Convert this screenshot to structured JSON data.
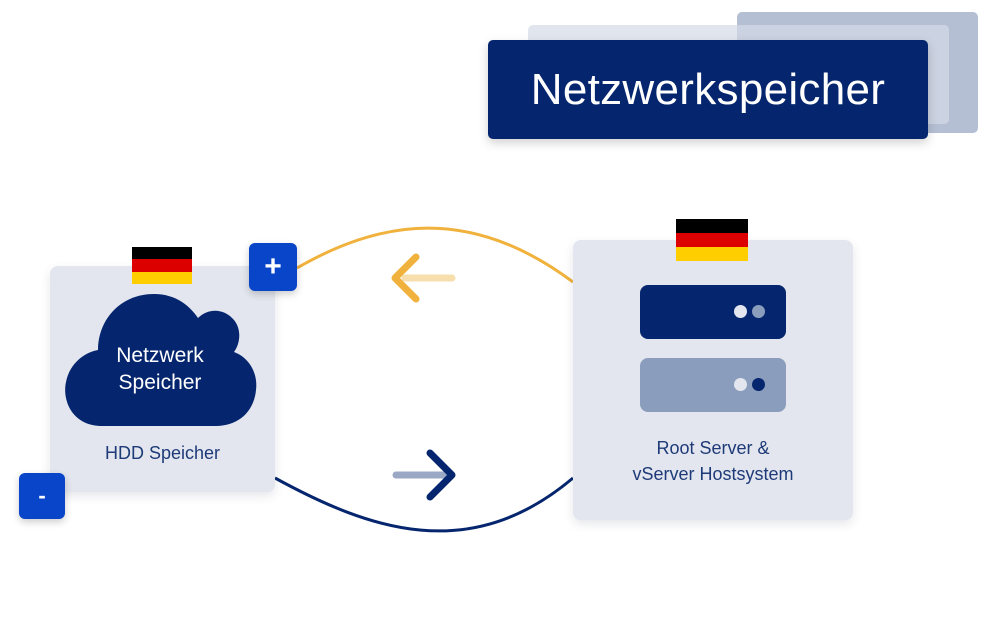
{
  "title": "Netzwerkspeicher",
  "left_card": {
    "flag_icon": "germany-flag",
    "cloud_label_line1": "Netzwerk",
    "cloud_label_line2": "Speicher",
    "label": "HDD Speicher"
  },
  "right_card": {
    "flag_icon": "germany-flag",
    "label_line1": "Root Server &",
    "label_line2": "vServer Hostsystem"
  },
  "buttons": {
    "plus_label": "+",
    "minus_label": "-"
  },
  "colors": {
    "navy": "#05266e",
    "blue_button": "#0845c8",
    "yellow": "#f0b23c",
    "card_bg": "#e3e6ee",
    "server_light": "#8a9dbd"
  },
  "arrows": {
    "top": "left-arrow",
    "bottom": "right-arrow"
  }
}
